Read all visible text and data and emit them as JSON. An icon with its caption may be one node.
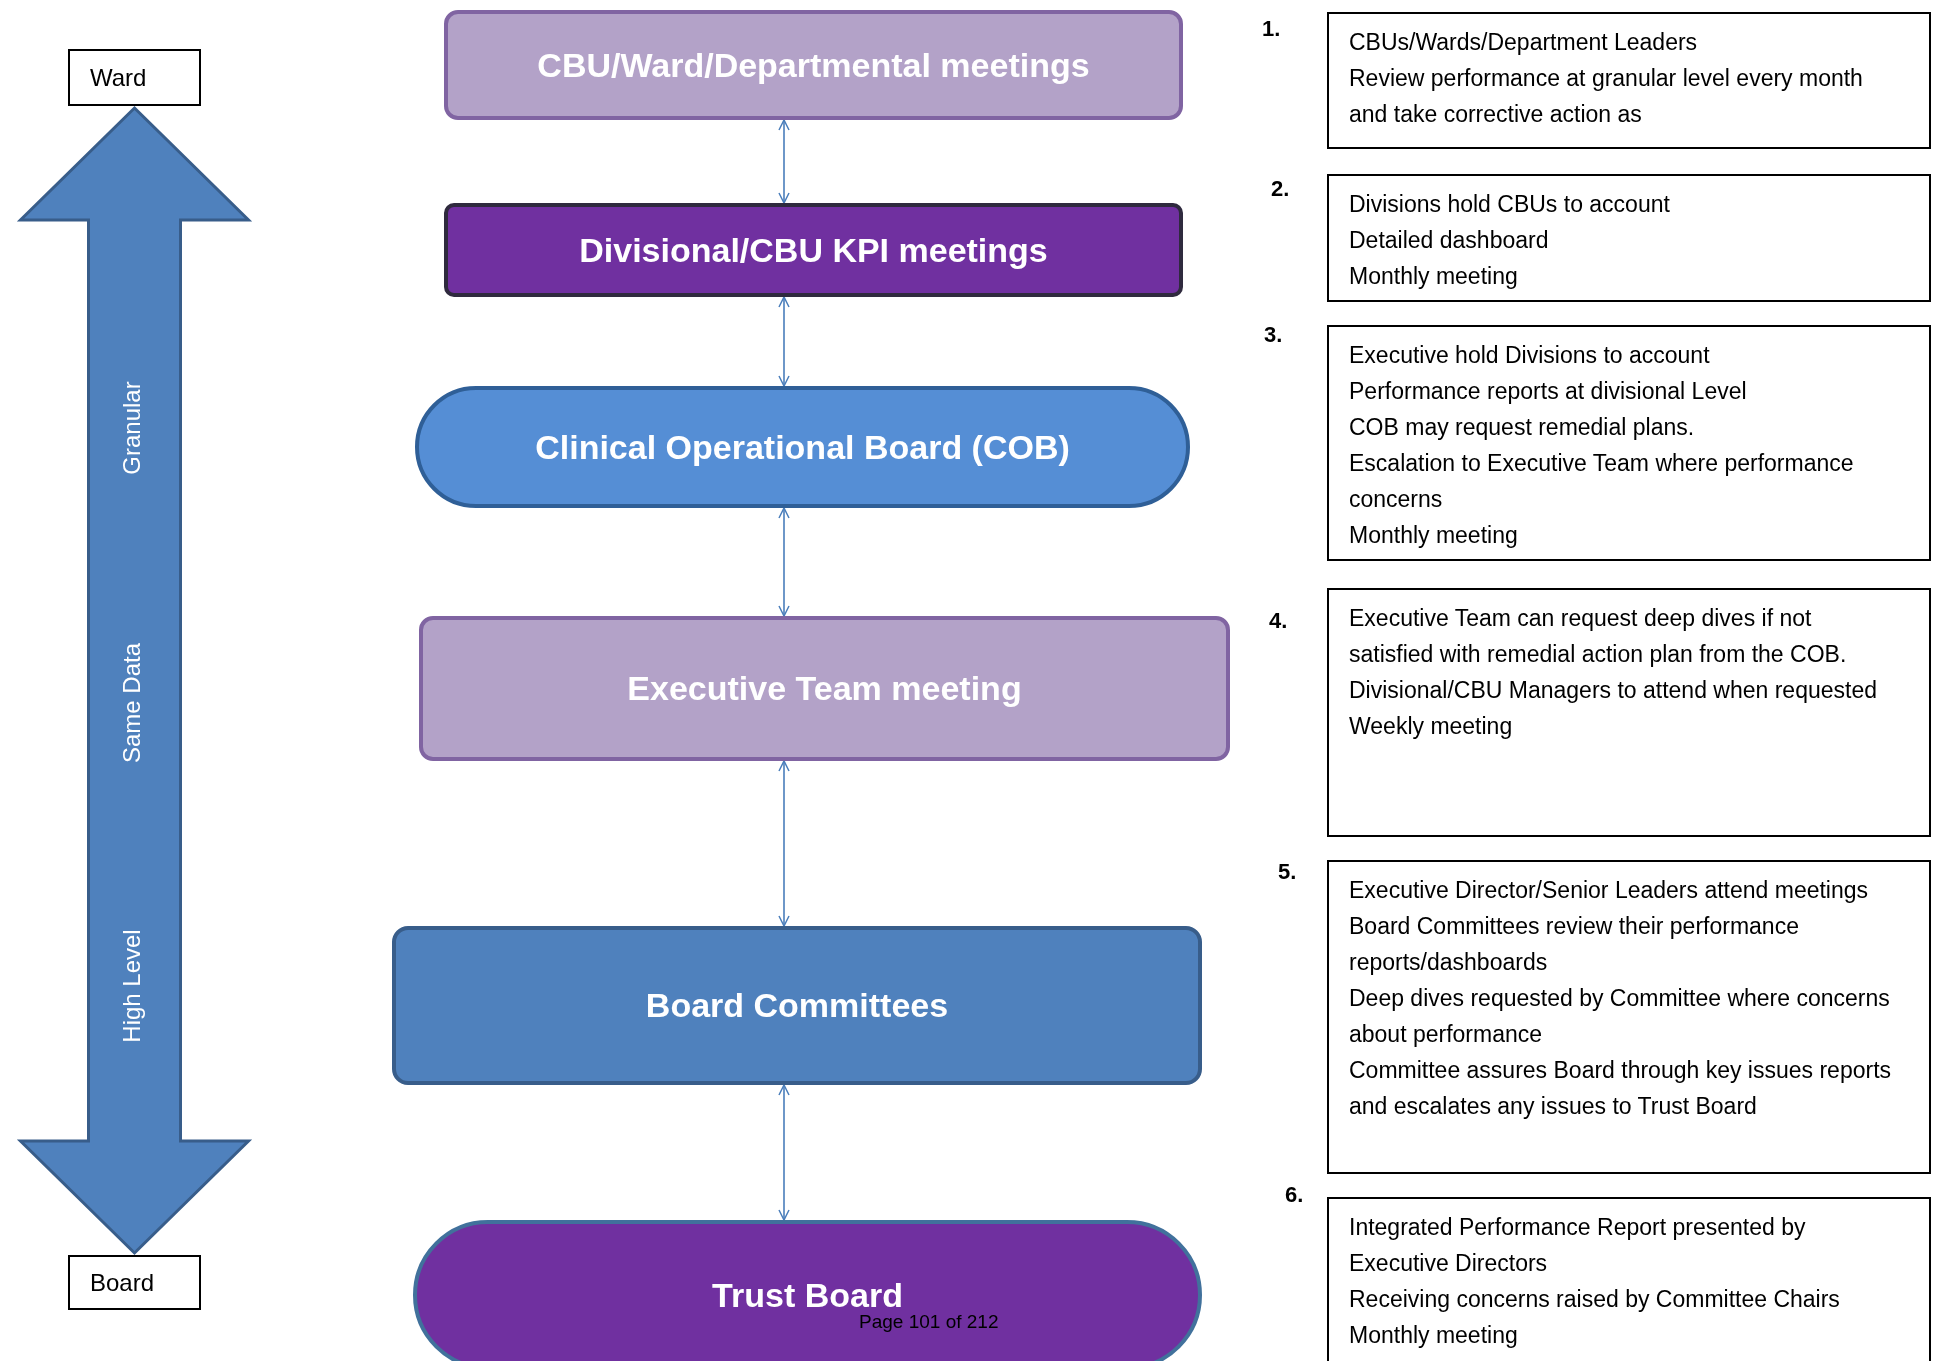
{
  "diagram": {
    "nodes": [
      {
        "text": [
          "Ward"
        ]
      },
      {
        "text": [
          "Board"
        ]
      },
      {
        "text": [
          "CBU/Ward/Departmental meetings"
        ]
      },
      {
        "text": [
          "Divisional/CBU KPI meetings"
        ]
      },
      {
        "text": [
          "Clinical Operational Board (COB)"
        ]
      },
      {
        "text": [
          "Executive Team meeting"
        ]
      },
      {
        "text": [
          "Board Committees"
        ]
      },
      {
        "text": [
          "Trust Board"
        ]
      },
      {
        "text": [
          "CBUs/Wards/Department Leaders",
          "Review performance at granular level every month and take corrective action as"
        ],
        "beside": [
          "1."
        ]
      },
      {
        "text": [
          "Divisions hold CBUs to account",
          "Detailed dashboard",
          "Monthly meeting"
        ],
        "beside": [
          "2."
        ]
      },
      {
        "text": [
          "Executive hold Divisions to account",
          "Performance reports at divisional Level",
          "COB may request remedial plans.",
          "Escalation to Executive Team where performance concerns",
          "Monthly meeting"
        ],
        "beside": [
          "3."
        ]
      },
      {
        "text": [
          "Executive Team can request deep dives if not satisfied with remedial action plan from the COB.",
          "Divisional/CBU Managers to attend when requested",
          "Weekly meeting"
        ],
        "beside": [
          "4."
        ]
      },
      {
        "text": [
          "Executive Director/Senior Leaders attend meetings",
          "Board Committees review their performance reports/dashboards",
          "Deep dives requested by Committee where concerns about performance",
          "Committee assures Board through key issues reports and escalates any issues to Trust Board"
        ],
        "beside": [
          "5."
        ]
      },
      {
        "text": [
          "Integrated Performance Report presented by Executive Directors",
          "Receiving concerns raised by Committee Chairs",
          "Monthly meeting"
        ],
        "beside": [
          "6."
        ]
      }
    ],
    "edges": [
      {
        "from": 0,
        "to": 1,
        "arrow": "both",
        "style": "thick"
      },
      {
        "from": 2,
        "to": 3,
        "arrow": "both"
      },
      {
        "from": 3,
        "to": 4,
        "arrow": "both"
      },
      {
        "from": 4,
        "to": 5,
        "arrow": "both"
      },
      {
        "from": 5,
        "to": 6,
        "arrow": "both"
      },
      {
        "from": 6,
        "to": 7,
        "arrow": "both"
      }
    ],
    "labels": [
      "Granular",
      "Same Data",
      "High Level",
      "Page 101 of 212"
    ]
  }
}
